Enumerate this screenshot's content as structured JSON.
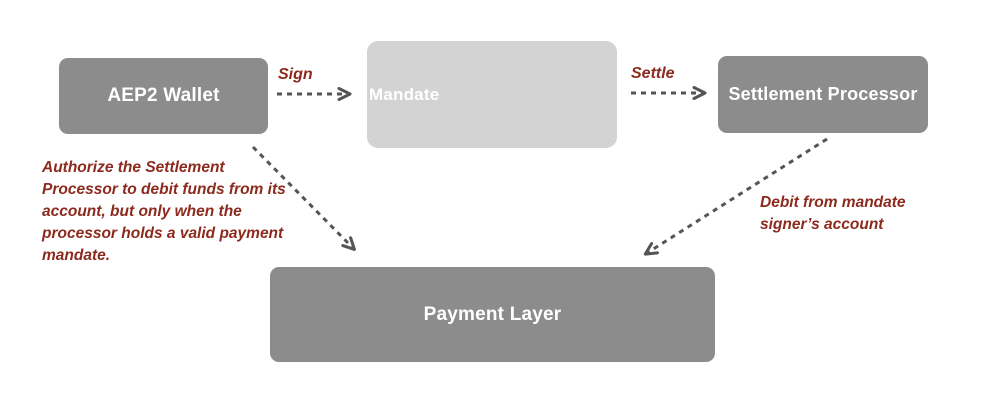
{
  "diagram": {
    "nodes": {
      "wallet": {
        "label": "AEP2 Wallet"
      },
      "mandate": {
        "label": "Mandate"
      },
      "settlement": {
        "label": "Settlement Processor"
      },
      "payment": {
        "label": "Payment Layer"
      }
    },
    "edges": {
      "sign": {
        "label": "Sign"
      },
      "settle": {
        "label": "Settle"
      }
    },
    "annotations": {
      "authorize": {
        "lines": [
          "Authorize the Settlement",
          "Processor to debit funds from its",
          "account, but only when the",
          "processor holds a valid payment",
          "mandate."
        ]
      },
      "debit": {
        "lines": [
          "Debit from mandate",
          "signer’s account"
        ]
      }
    },
    "colors": {
      "node_gray": "#8c8c8c",
      "node_light_gray": "#d3d3d3",
      "annotation_red": "#8c2a1e",
      "arrow_gray": "#555555",
      "node_text": "#ffffff",
      "background": "#ffffff"
    }
  }
}
